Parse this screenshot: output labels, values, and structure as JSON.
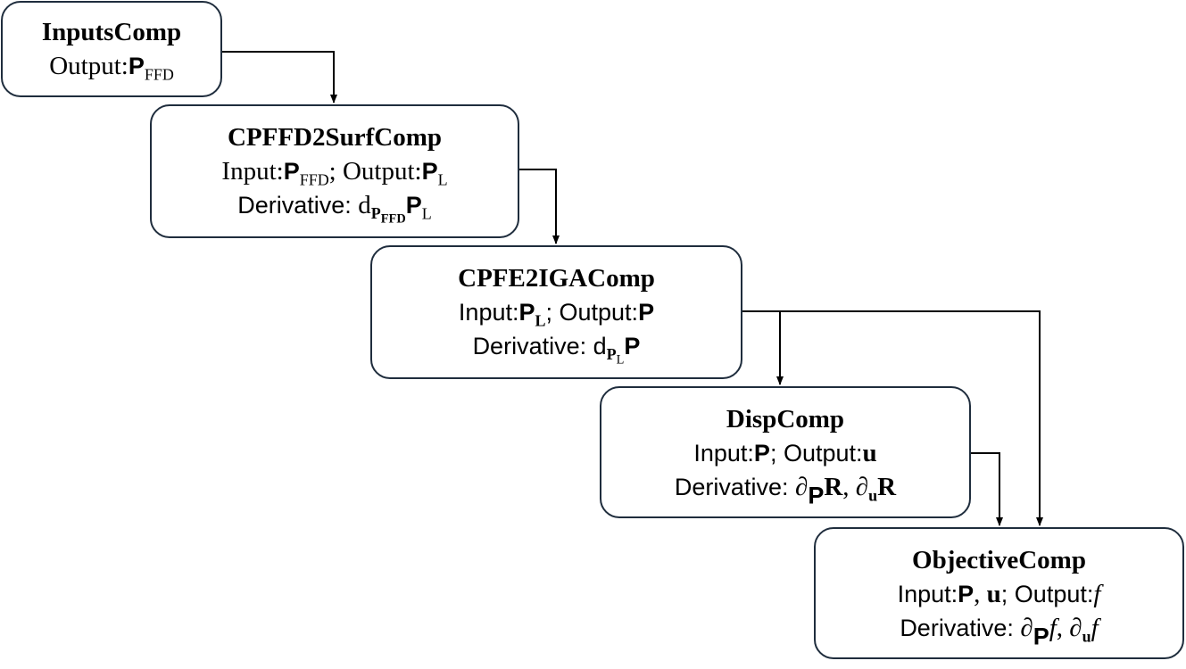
{
  "nodes": {
    "inputs": {
      "title": "InputsComp",
      "output_label": "Output:",
      "output_symbol": "P",
      "output_sub": "FFD"
    },
    "cpffd": {
      "title": "CPFFD2SurfComp",
      "input_label": "Input:",
      "input_symbol": "P",
      "input_sub": "FFD",
      "output_label": "; Output:",
      "output_symbol": "P",
      "output_sub": "L",
      "deriv_label": "Derivative: ",
      "deriv_d": "d",
      "deriv_sub_symbol": "P",
      "deriv_sub_sub": "FFD",
      "deriv_symbol": "P",
      "deriv_symbol_sub": "L"
    },
    "cpfe": {
      "title": "CPFE2IGAComp",
      "input_label": "Input:",
      "input_symbol": "P",
      "input_sub": "L",
      "output_label": "; Output:",
      "output_symbol": "P",
      "deriv_label": "Derivative: ",
      "deriv_d": "d",
      "deriv_sub_symbol": "P",
      "deriv_sub_sub": "L",
      "deriv_symbol": "P"
    },
    "disp": {
      "title": "DispComp",
      "input_label": "Input:",
      "input_symbol": "P",
      "output_label": "; Output:",
      "output_symbol": "u",
      "deriv_label": "Derivative: ",
      "partial": "∂",
      "d1_sub": "P",
      "d1_symbol": "R",
      "sep": ", ",
      "d2_sub": "u",
      "d2_symbol": "R"
    },
    "objective": {
      "title": "ObjectiveComp",
      "input_label": "Input:",
      "input_symbol_1": "P",
      "input_sep": ", ",
      "input_symbol_2": "u",
      "output_label": "; Output:",
      "output_symbol": "f",
      "deriv_label": "Derivative: ",
      "partial": "∂",
      "d1_sub": "P",
      "d1_symbol": "f",
      "sep": ", ",
      "d2_sub": "u",
      "d2_symbol": "f"
    }
  },
  "edges": [
    {
      "from": "InputsComp",
      "to": "CPFFD2SurfComp"
    },
    {
      "from": "CPFFD2SurfComp",
      "to": "CPFE2IGAComp"
    },
    {
      "from": "CPFE2IGAComp",
      "to": "DispComp"
    },
    {
      "from": "CPFE2IGAComp",
      "to": "ObjectiveComp"
    },
    {
      "from": "DispComp",
      "to": "ObjectiveComp"
    }
  ],
  "colors": {
    "border": "#1f2d3d",
    "arrow": "#000000",
    "text": "#000000"
  }
}
